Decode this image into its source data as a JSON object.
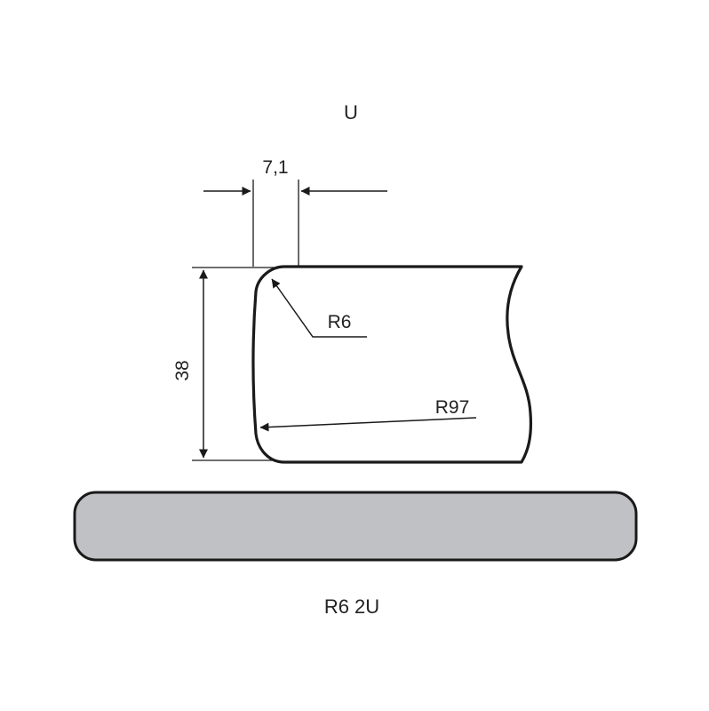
{
  "profile": {
    "type_label": "U",
    "name_label": "R6 2U"
  },
  "dimensions": {
    "edge_offset": "7,1",
    "thickness": "38"
  },
  "radii": {
    "corner": "R6",
    "face": "R97"
  },
  "colors": {
    "line": "#1a1a1a",
    "fill": "#c0c1c4"
  }
}
